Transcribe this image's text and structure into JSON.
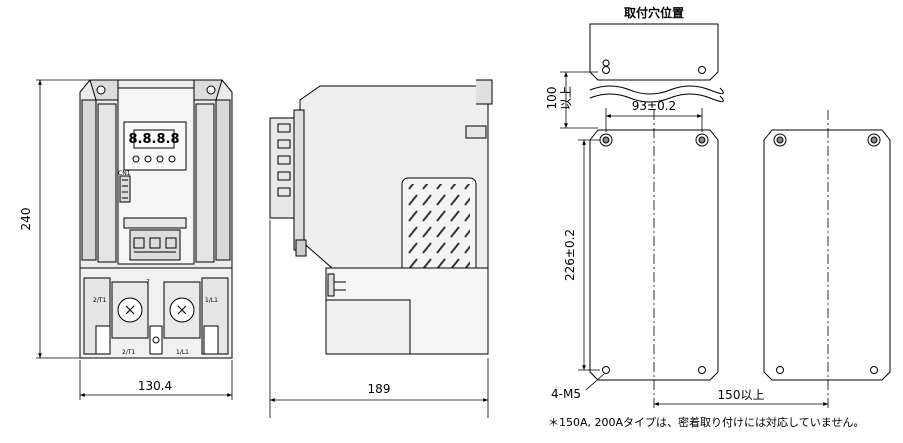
{
  "title": "取付穴位置",
  "front_view": {
    "width_dim": "130.4",
    "height_dim": "240",
    "display_digits": "8.8.8.8",
    "terminal_left_top": "2/T1",
    "terminal_right_top": "1/L1",
    "terminal_left_bottom": "2/T1",
    "terminal_right_bottom": "1/L1",
    "marker_top": "7",
    "connector_label": "CN1"
  },
  "side_view": {
    "depth_dim": "189"
  },
  "mounting": {
    "clearance_value": "100",
    "clearance_unit": "以上",
    "hole_pitch_top": "93±0.2",
    "hole_pitch_vertical": "226±0.2",
    "screw_spec": "4-M5",
    "side_spacing": "150以上"
  },
  "note": "＊150A, 200Aタイプは、密着取り付けには対応していません。"
}
